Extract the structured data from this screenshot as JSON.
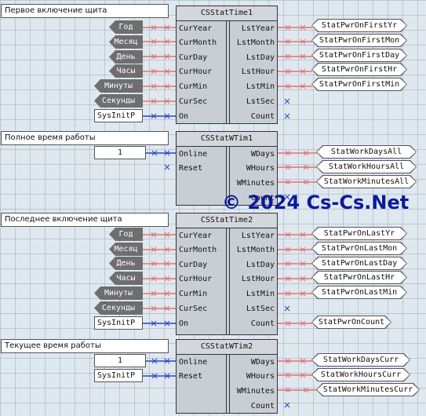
{
  "sections": [
    "Первое включение  щита",
    "Полное время работы",
    "Последнее включение  щита",
    "Текущее время работы"
  ],
  "blocks": {
    "b1": {
      "title": "CSStatTime1",
      "inputs": [
        "CurYear",
        "CurMonth",
        "CurDay",
        "CurHour",
        "CurMin",
        "CurSec",
        "On"
      ],
      "outputs": [
        "LstYear",
        "LstMonth",
        "LstDay",
        "LstHour",
        "LstMin",
        "LstSec",
        "Count"
      ]
    },
    "b2": {
      "title": "CSStatWTim1",
      "inputs": [
        "Online",
        "Reset"
      ],
      "outputs": [
        "WDays",
        "WHours",
        "WMinutes",
        "Count"
      ]
    },
    "b3": {
      "title": "CSStatTime2",
      "inputs": [
        "CurYear",
        "CurMonth",
        "CurDay",
        "CurHour",
        "CurMin",
        "CurSec",
        "On"
      ],
      "outputs": [
        "LstYear",
        "LstMonth",
        "LstDay",
        "LstHour",
        "LstMin",
        "LstSec",
        "Count"
      ]
    },
    "b4": {
      "title": "CSStatWTim2",
      "inputs": [
        "Online",
        "Reset"
      ],
      "outputs": [
        "WDays",
        "WHours",
        "WMinutes",
        "Count"
      ]
    }
  },
  "inputs1": [
    "Год",
    "Месяц",
    "День",
    "Часы",
    "Минуты",
    "Секунды",
    "SysInitP"
  ],
  "inputs2": [
    "1"
  ],
  "inputs3": [
    "Год",
    "Месяц",
    "День",
    "Часы",
    "Минуты",
    "Секунды",
    "SysInitP"
  ],
  "inputs4": [
    "1",
    "SysInitP"
  ],
  "outputs1": [
    "StatPwrOnFirstYr",
    "StatPwrOnFirstMon",
    "StatPwrOnFirstDay",
    "StatPwrOnFirstHr",
    "StatPwrOnFirstMin"
  ],
  "outputs2": [
    "StatWorkDaysAll",
    "StatWorkHoursAll",
    "StatWorkMinutesAll"
  ],
  "outputs3": [
    "StatPwrOnLastYr",
    "StatPwrOnLastMon",
    "StatPwrOnLastDay",
    "StatPwrOnLastHr",
    "StatPwrOnLastMin",
    "StatPwrOnCount"
  ],
  "outputs4": [
    "StatWorkDaysCurr",
    "StatWorkHoursCurr",
    "StatWorkMinutesCurr"
  ],
  "watermark": "© 2024 Cs-Cs.Net",
  "colors": {
    "wire_red": "#e07070",
    "wire_blue": "#3040c0",
    "tag_dark": "#6e6e6e",
    "watermark": "#0c1a9a"
  }
}
